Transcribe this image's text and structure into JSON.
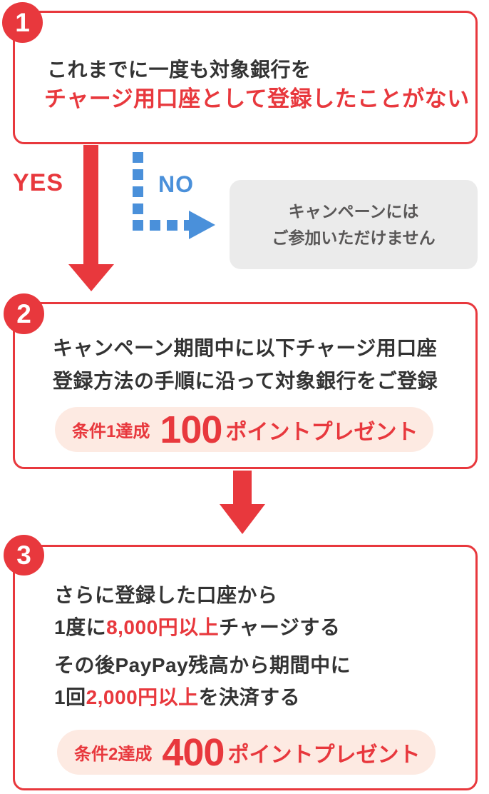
{
  "colors": {
    "accent_red": "#e8383d",
    "branch_blue": "#4a90da",
    "text_black": "#333333",
    "fail_box_bg": "#ebebeb",
    "fail_box_text": "#595757",
    "reward_pill_bg": "#fdeae2"
  },
  "step1": {
    "number": "1",
    "line1": "これまでに一度も対象銀行を",
    "line2": "チャージ用口座として登録したことがない"
  },
  "branch": {
    "yes_label": "YES",
    "no_label": "NO"
  },
  "fail_box": {
    "line1": "キャンペーンには",
    "line2": "ご参加いただけません"
  },
  "step2": {
    "number": "2",
    "line1": "キャンペーン期間中に以下チャージ用口座",
    "line2": "登録方法の手順に沿って対象銀行をご登録",
    "badge": {
      "condition": "条件1達成",
      "points": "100",
      "suffix": "ポイントプレゼント"
    }
  },
  "step3": {
    "number": "3",
    "para1_line1": "さらに登録した口座から",
    "para1_line2_pre": "1度に",
    "para1_line2_red": "8,000円以上",
    "para1_line2_post": "チャージする",
    "para2_line1": "その後PayPay残高から期間中に",
    "para2_line2_pre": "1回",
    "para2_line2_red": "2,000円以上",
    "para2_line2_post": "を決済する",
    "badge": {
      "condition": "条件2達成",
      "points": "400",
      "suffix": "ポイントプレゼント"
    }
  }
}
